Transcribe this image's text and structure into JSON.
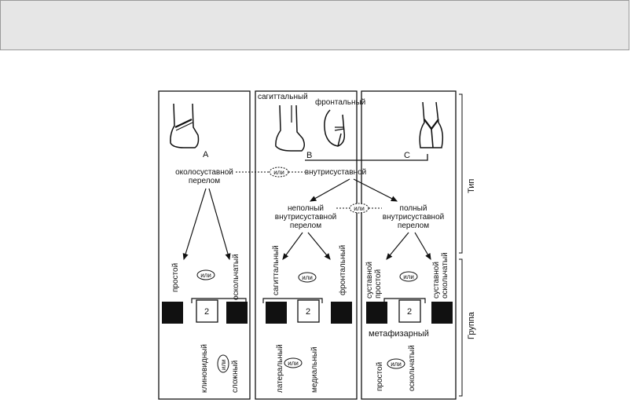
{
  "type_label": "Тип",
  "group_label": "Группа",
  "or_word": "или",
  "column_a": {
    "letter": "A",
    "fracture_type": [
      "околосуставной",
      "перелом"
    ],
    "group_left": "простой",
    "group_right": "оскольчатый",
    "group_number": "2",
    "sub_left": "клиновидный",
    "sub_right": "сложный"
  },
  "column_b": {
    "letter": "B",
    "top_left": "сагиттальный",
    "top_right": "фронтальный",
    "fracture_type": "внутрисуставной",
    "partial": [
      "неполный",
      "внутрисуставной",
      "перелом"
    ],
    "group_left": "сагиттальный",
    "group_right": "фронтальный",
    "group_number": "2",
    "sub_left": "латеральный",
    "sub_right": "медиальный"
  },
  "column_c": {
    "letter": "C",
    "complete": [
      "полный",
      "внутрисуставной",
      "перелом"
    ],
    "group_left": [
      "суставной",
      "простой"
    ],
    "group_right": [
      "суставной",
      "оскольчатый"
    ],
    "group_number": "2",
    "metaphyseal": "метафизарный",
    "sub_left": "простой",
    "sub_right": "оскольчатый"
  }
}
